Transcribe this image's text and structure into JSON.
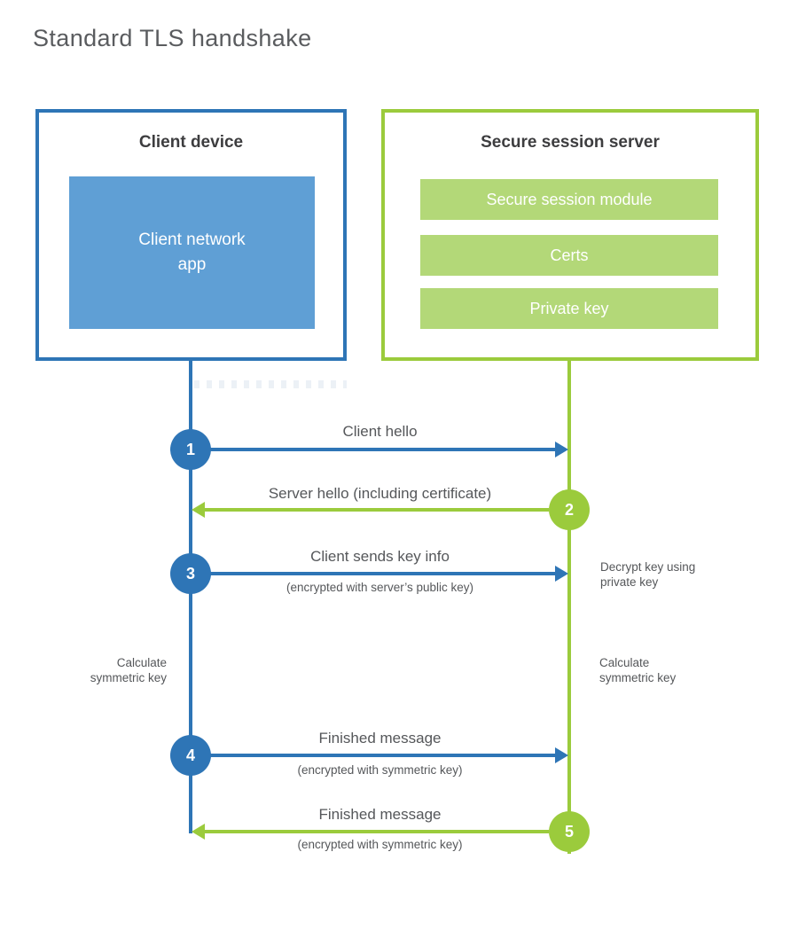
{
  "title": "Standard TLS handshake",
  "colors": {
    "client_accent": "#2e75b6",
    "client_fill": "#5f9fd5",
    "server_accent": "#9bcb3c",
    "server_fill": "#b3d878",
    "heading_text": "#3d3d3f",
    "label_text": "#55575a",
    "title_text": "#5a5c5f",
    "bar_text": "#ffffff"
  },
  "client": {
    "title": "Client device",
    "app_line1": "Client network",
    "app_line2": "app"
  },
  "server": {
    "title": "Secure session server",
    "modules": [
      "Secure session module",
      "Certs",
      "Private key"
    ]
  },
  "steps": [
    {
      "num": "1",
      "label": "Client hello",
      "direction": "right",
      "color": "blue"
    },
    {
      "num": "2",
      "label": "Server hello (including certificate)",
      "direction": "left",
      "color": "green"
    },
    {
      "num": "3",
      "label": "Client sends key info",
      "sublabel": "(encrypted with server’s public key)",
      "direction": "right",
      "color": "blue"
    },
    {
      "num": "4",
      "label": "Finished message",
      "sublabel": "(encrypted with symmetric key)",
      "direction": "right",
      "color": "blue"
    },
    {
      "num": "5",
      "label": "Finished message",
      "sublabel": "(encrypted with symmetric key)",
      "direction": "left",
      "color": "green"
    }
  ],
  "notes": {
    "decrypt_line1": "Decrypt key using",
    "decrypt_line2": "private key",
    "calc_left_line1": "Calculate",
    "calc_left_line2": "symmetric key",
    "calc_right_line1": "Calculate",
    "calc_right_line2": "symmetric key"
  }
}
